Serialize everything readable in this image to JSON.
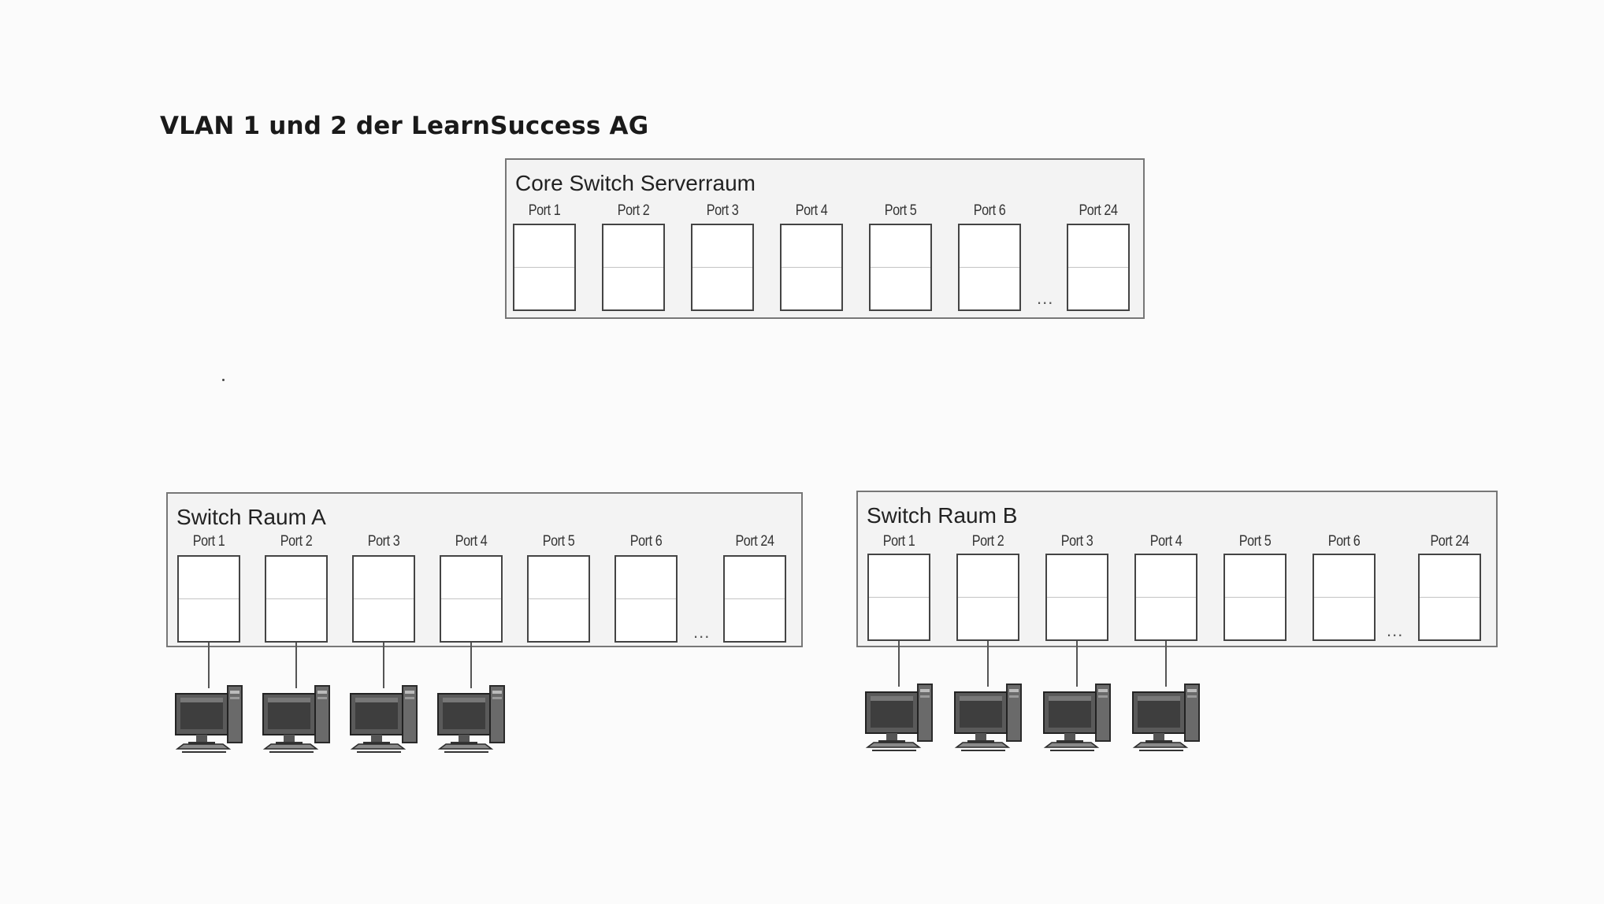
{
  "title": "VLAN 1 und 2 der LearnSuccess AG",
  "switches": [
    {
      "id": "core",
      "name": "Core Switch Serverraum",
      "ports": [
        "Port 1",
        "Port 2",
        "Port 3",
        "Port 4",
        "Port 5",
        "Port 6",
        "Port 24"
      ],
      "ellipsis": "...",
      "connected_ports": []
    },
    {
      "id": "raum-a",
      "name": "Switch Raum A",
      "ports": [
        "Port 1",
        "Port 2",
        "Port 3",
        "Port 4",
        "Port 5",
        "Port 6",
        "Port 24"
      ],
      "ellipsis": "...",
      "connected_ports": [
        "Port 1",
        "Port 2",
        "Port 3",
        "Port 4"
      ]
    },
    {
      "id": "raum-b",
      "name": "Switch Raum B",
      "ports": [
        "Port 1",
        "Port 2",
        "Port 3",
        "Port 4",
        "Port 5",
        "Port 6",
        "Port 24"
      ],
      "ellipsis": "...",
      "connected_ports": [
        "Port 1",
        "Port 2",
        "Port 3",
        "Port 4"
      ]
    }
  ],
  "icons": {
    "computer": "desktop-computer-icon"
  }
}
